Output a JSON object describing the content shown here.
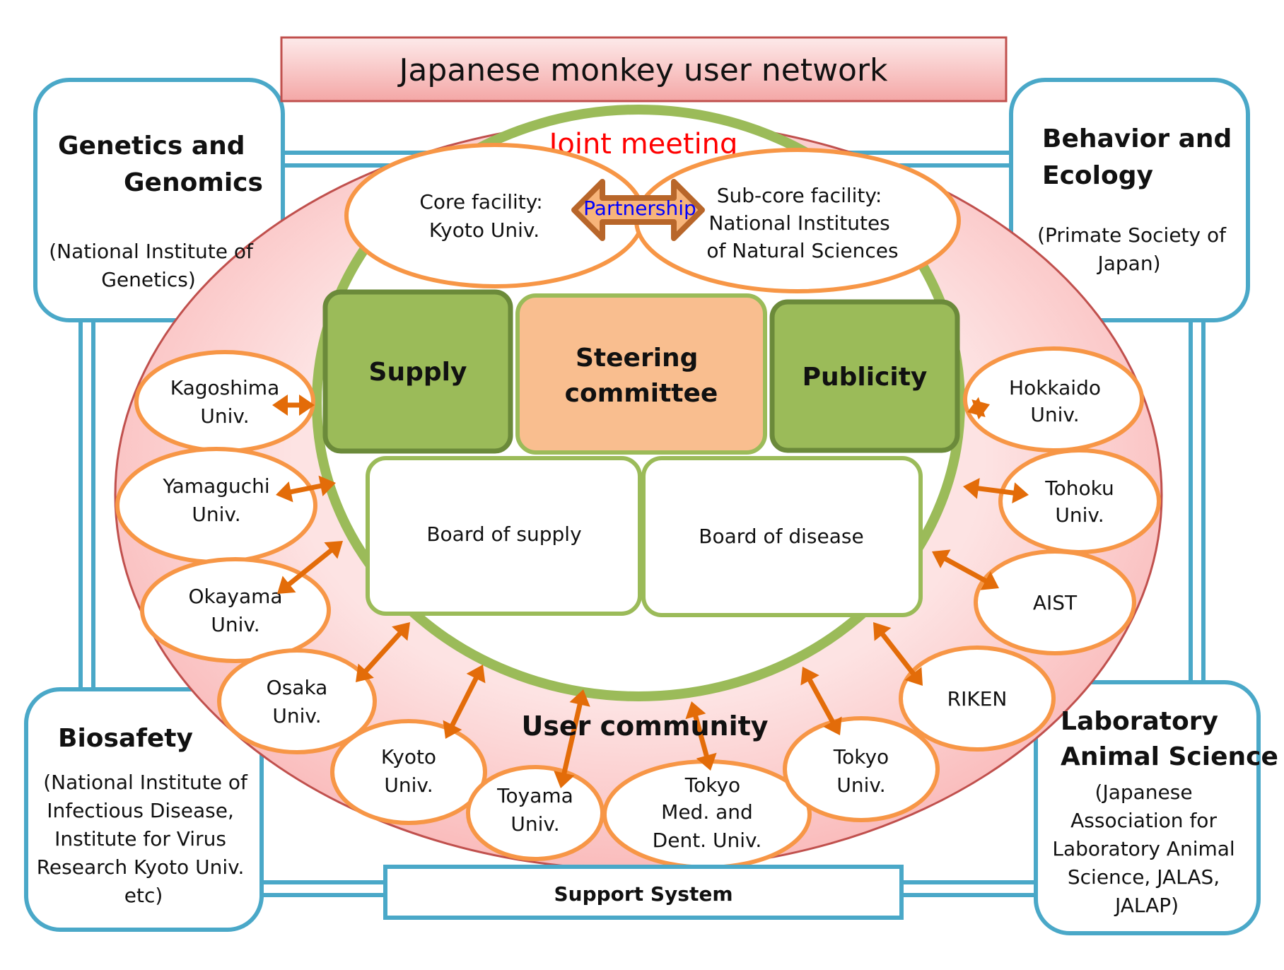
{
  "title": "Japanese monkey user network",
  "corners": {
    "genetics": {
      "heading": [
        "Genetics and",
        "Genomics"
      ],
      "org": [
        "(National Institute of",
        "Genetics)"
      ]
    },
    "behavior": {
      "heading": [
        "Behavior and",
        "Ecology"
      ],
      "org": [
        "(Primate Society of",
        "Japan)"
      ]
    },
    "biosafety": {
      "heading": [
        "Biosafety"
      ],
      "org": [
        "(National Institute of",
        "Infectious Disease,",
        "Institute for Virus",
        "Research Kyoto Univ.",
        "etc)"
      ]
    },
    "lab_animal": {
      "heading": [
        "Laboratory",
        "Animal Science"
      ],
      "org": [
        "(Japanese",
        "Association for",
        "Laboratory Animal",
        "Science, JALAS,",
        "JALAP)"
      ]
    }
  },
  "joint_meeting": "Joint meeting",
  "core_facility": [
    "Core facility:",
    "Kyoto Univ."
  ],
  "subcore_facility": [
    "Sub-core facility:",
    "National Institutes",
    "of Natural Sciences"
  ],
  "partnership": "Partnership",
  "supply": "Supply",
  "steering": [
    "Steering",
    "committee"
  ],
  "publicity": "Publicity",
  "board_supply": "Board of supply",
  "board_disease": "Board of disease",
  "user_community": "User community",
  "support_system": "Support System",
  "universities": {
    "kagoshima": [
      "Kagoshima",
      "Univ."
    ],
    "yamaguchi": [
      "Yamaguchi",
      "Univ."
    ],
    "okayama": [
      "Okayama",
      "Univ."
    ],
    "osaka": [
      "Osaka",
      "Univ."
    ],
    "kyoto": [
      "Kyoto",
      "Univ."
    ],
    "toyama": [
      "Toyama",
      "Univ."
    ],
    "tokyo_med": [
      "Tokyo",
      "Med. and",
      "Dent. Univ."
    ],
    "tokyo": [
      "Tokyo",
      "Univ."
    ],
    "riken": [
      "RIKEN"
    ],
    "aist": [
      "AIST"
    ],
    "tohoku": [
      "Tohoku",
      "Univ."
    ],
    "hokkaido": [
      "Hokkaido",
      "Univ."
    ]
  },
  "colors": {
    "corner_border": "#4aa8c8",
    "outer_fill": "#fcc4c4",
    "outer_stroke": "#c0504d",
    "green_ring": "#9bbb59",
    "green_box": "#9bbb59",
    "green_box_border": "#6b8a3a",
    "steering_fill": "#f9be8f",
    "orange": "#f79646",
    "arrow": "#e36c09",
    "partnership_text": "#0000ff",
    "joint_text": "#ff0000"
  }
}
